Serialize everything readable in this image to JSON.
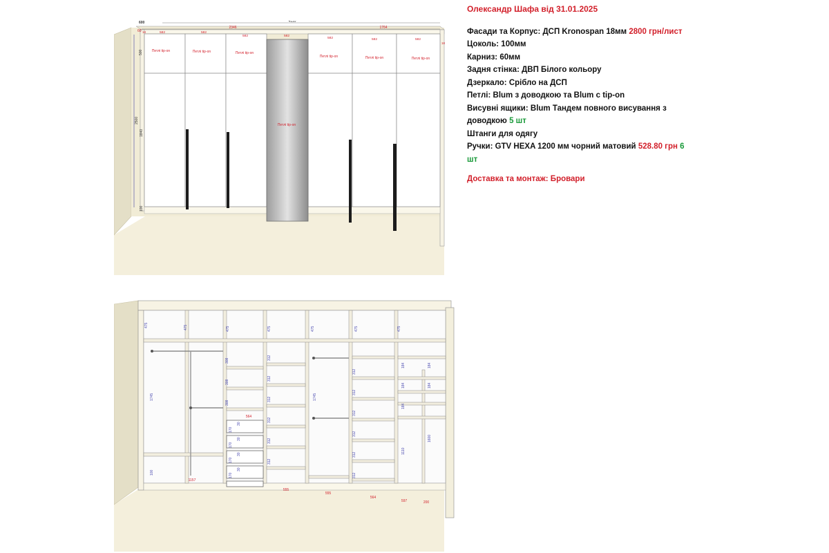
{
  "spec": {
    "title": "Олександр Шафа від 31.01.2025",
    "facades_prefix": "Фасади та Корпус: ДСП Kronospan 18мм",
    "facades_price": "2800 грн/лист",
    "plinth": "Цоколь: 100мм",
    "cornice": "Карниз: 60мм",
    "back_wall": "Задня стінка: ДВП Білого кольору",
    "mirror": "Дзеркало: Срібло на ДСП",
    "hinges": "Петлі: Blum з доводкою та Blum с tip-on",
    "drawers_prefix": "Висувні ящики: Blum Тандем повного висування з доводкою",
    "drawers_count": "5 шт",
    "rails": "Штанги для одягу",
    "handles_prefix": "Ручки: GTV HEXA 1200 мм чорний матовий",
    "handles_price": "528.80 грн",
    "handles_count": "6 шт",
    "delivery": "Доставка та монтаж: Бровари"
  },
  "front_view": {
    "dims": {
      "total_width": "4110",
      "left_width": "2346",
      "right_width": "1764",
      "depth": "600",
      "cornice": "60",
      "edge": "18",
      "door_width": "582",
      "total_height": "2500",
      "door_height": "1840",
      "top_height": "500",
      "plinth": "100"
    },
    "top_label": "Петлі tip-on",
    "mirror_label": "Петлі tip-on"
  },
  "interior_view": {
    "labels": {
      "top_compartment": "475",
      "rail_height_left": "1745",
      "rail_height_right": "1745",
      "bottom_left": "100",
      "width_left": "1157",
      "shelf_312": "312",
      "shelf_308": "308",
      "drawers_width": "564",
      "drawer_height": "170",
      "drawer_gap": "30",
      "width_555": "555",
      "width_564": "564",
      "width_597": "597",
      "width_200": "200",
      "small_shelf": "184",
      "right_long": "1600",
      "right_mid": "1110"
    }
  }
}
